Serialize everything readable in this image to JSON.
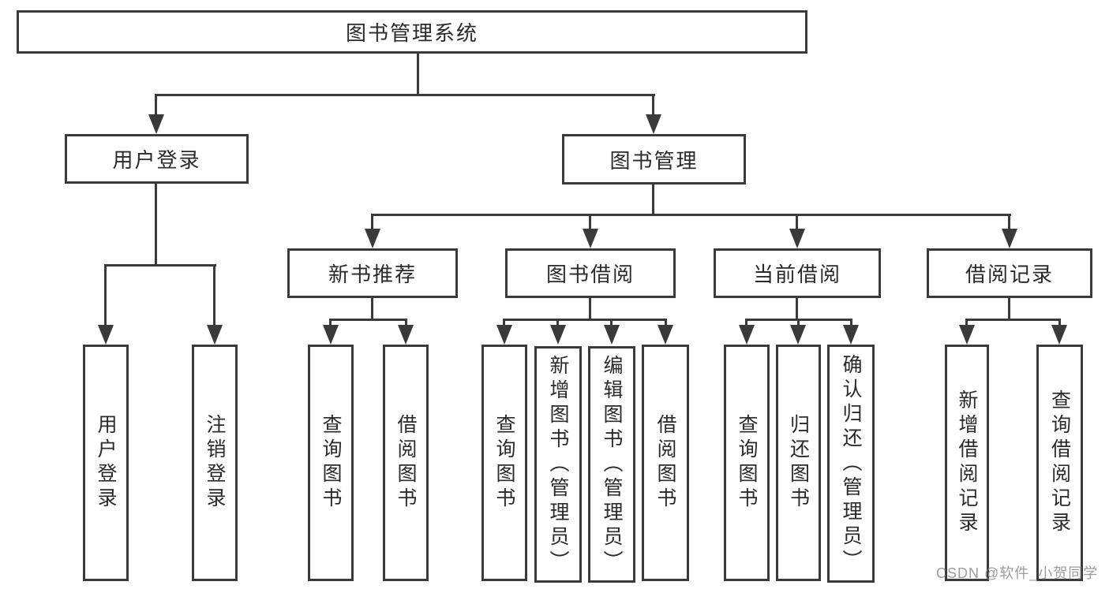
{
  "tree": {
    "label": "图书管理系统",
    "children": [
      {
        "label": "用户登录",
        "children": [
          {
            "label": "用户登录"
          },
          {
            "label": "注销登录"
          }
        ]
      },
      {
        "label": "图书管理",
        "children": [
          {
            "label": "新书推荐",
            "children": [
              {
                "label": "查询图书"
              },
              {
                "label": "借阅图书"
              }
            ]
          },
          {
            "label": "图书借阅",
            "children": [
              {
                "label": "查询图书"
              },
              {
                "label": "新增图书（管理员）"
              },
              {
                "label": "编辑图书（管理员）"
              },
              {
                "label": "借阅图书"
              }
            ]
          },
          {
            "label": "当前借阅",
            "children": [
              {
                "label": "查询图书"
              },
              {
                "label": "归还图书"
              },
              {
                "label": "确认归还（管理员）"
              }
            ]
          },
          {
            "label": "借阅记录",
            "children": [
              {
                "label": "新增借阅记录"
              },
              {
                "label": "查询借阅记录"
              }
            ]
          }
        ]
      }
    ]
  },
  "watermark": "CSDN @软件_小贺同学",
  "colors": {
    "line": "#3a3a3a",
    "text": "#2a2a2a",
    "background": "#ffffff",
    "watermark_gray": "#8c8c8c"
  }
}
